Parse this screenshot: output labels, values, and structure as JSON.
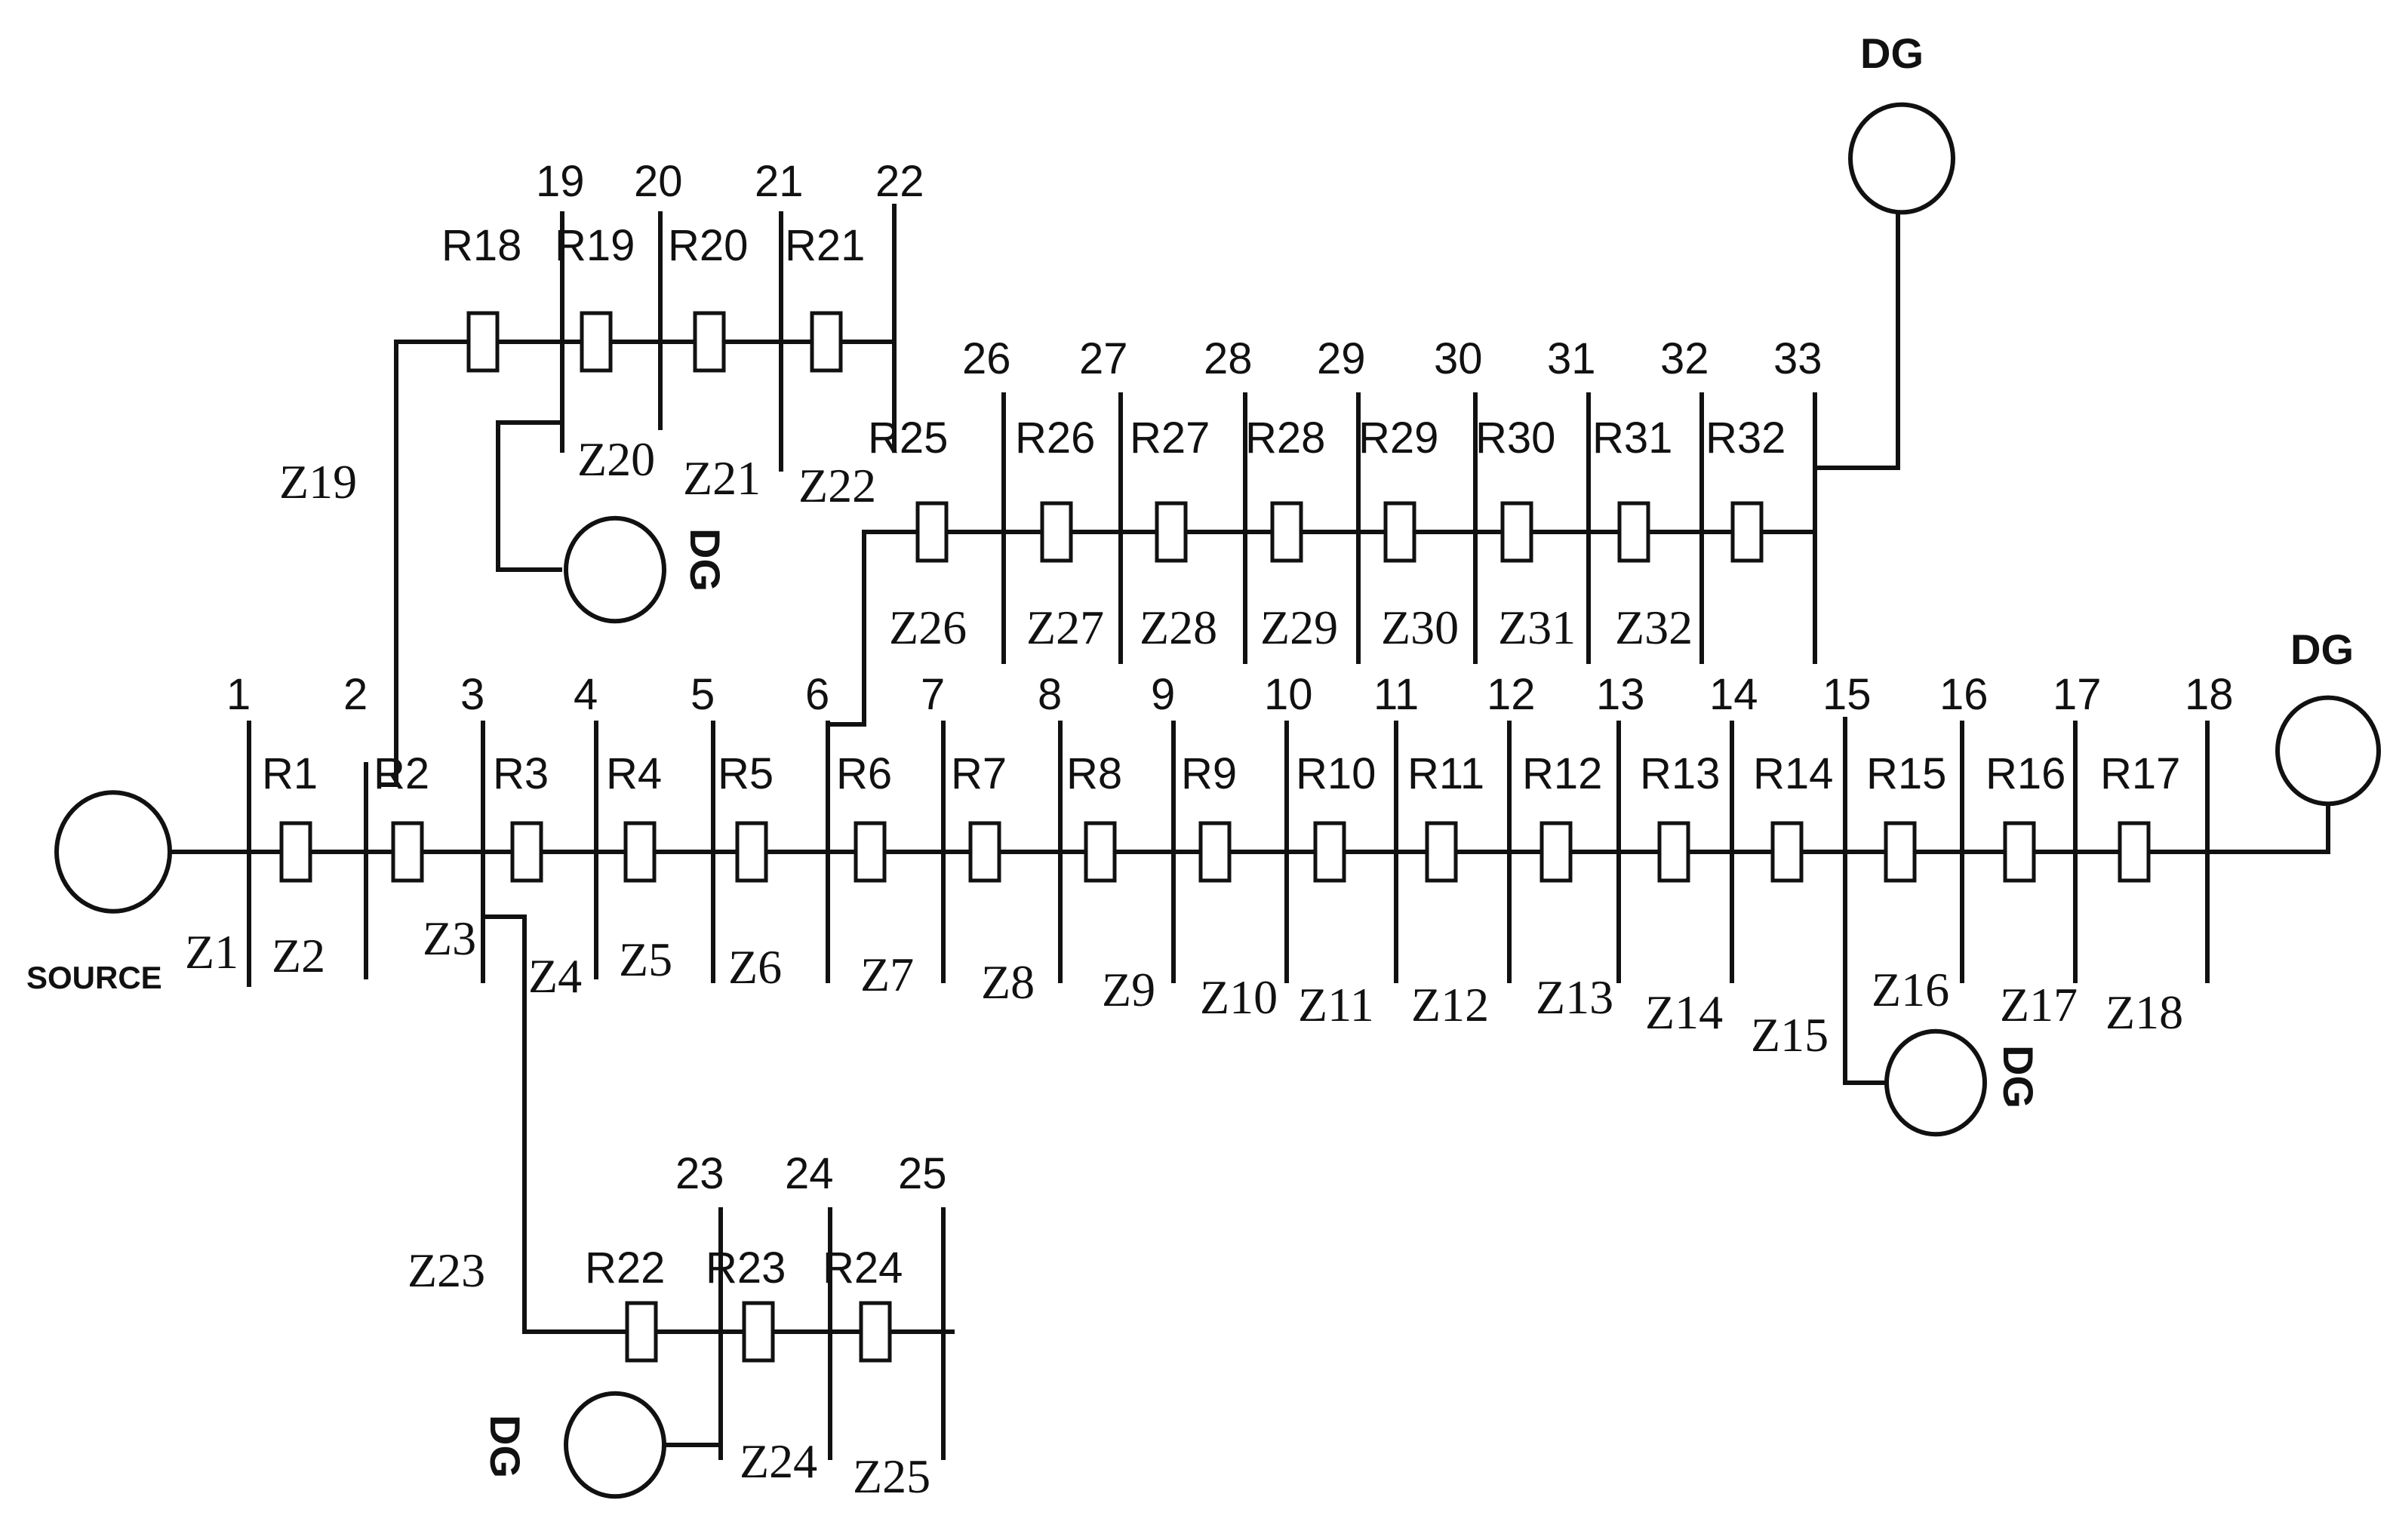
{
  "source": {
    "label": "SOURCE"
  },
  "dg_label": "DG",
  "main_feeder": {
    "buses": [
      "1",
      "2",
      "3",
      "4",
      "5",
      "6",
      "7",
      "8",
      "9",
      "10",
      "11",
      "12",
      "13",
      "14",
      "15",
      "16",
      "17",
      "18"
    ],
    "relays": [
      "R1",
      "R2",
      "R3",
      "R4",
      "R5",
      "R6",
      "R7",
      "R8",
      "R9",
      "R10",
      "R11",
      "R12",
      "R13",
      "R14",
      "R15",
      "R16",
      "R17"
    ],
    "zones": [
      "Z1",
      "Z2",
      "Z3",
      "Z4",
      "Z5",
      "Z6",
      "Z7",
      "Z8",
      "Z9",
      "Z10",
      "Z11",
      "Z12",
      "Z13",
      "Z14",
      "Z15",
      "Z16",
      "Z17",
      "Z18"
    ]
  },
  "branch_19_22": {
    "buses": [
      "19",
      "20",
      "21",
      "22"
    ],
    "relays": [
      "R18",
      "R19",
      "R20",
      "R21"
    ],
    "zones": [
      "Z19",
      "Z20",
      "Z21",
      "Z22"
    ]
  },
  "branch_26_33": {
    "buses": [
      "26",
      "27",
      "28",
      "29",
      "30",
      "31",
      "32",
      "33"
    ],
    "relays": [
      "R25",
      "R26",
      "R27",
      "R28",
      "R29",
      "R30",
      "R31",
      "R32"
    ],
    "zones": [
      "Z26",
      "Z27",
      "Z28",
      "Z29",
      "Z30",
      "Z31",
      "Z32"
    ]
  },
  "branch_23_25": {
    "buses": [
      "23",
      "24",
      "25"
    ],
    "relays": [
      "R22",
      "R23",
      "R24"
    ],
    "zones": [
      "Z23",
      "Z24",
      "Z25"
    ]
  }
}
